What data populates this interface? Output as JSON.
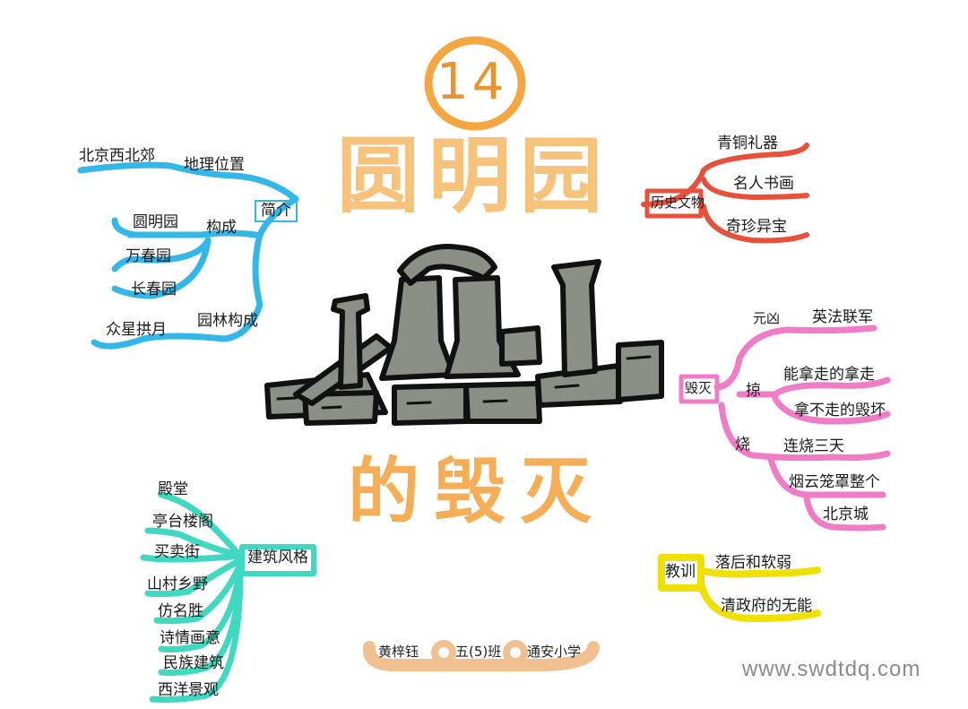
{
  "lesson_number": "14",
  "title_line1": "圆明园",
  "title_line2": "的毁灭",
  "intro": {
    "label": "简介",
    "location_label": "地理位置",
    "location_value": "北京西北郊",
    "composition_label": "构成",
    "gardens": [
      "圆明园",
      "万春园",
      "长春园"
    ],
    "layout_label": "园林构成",
    "layout_value": "众星拱月"
  },
  "relics": {
    "label": "历史文物",
    "items": [
      "青铜礼器",
      "名人书画",
      "奇珍异宝"
    ]
  },
  "destruction": {
    "label": "毁灭",
    "culprit_label": "元凶",
    "culprit_value": "英法联军",
    "plunder_label": "掠",
    "plunder_items": [
      "能拿走的拿走",
      "拿不走的毁坏"
    ],
    "burn_label": "烧",
    "burn_items": [
      "连烧三天",
      "烟云笼罩整个",
      "北京城"
    ]
  },
  "architecture": {
    "label": "建筑风格",
    "items": [
      "殿堂",
      "亭台楼阁",
      "买卖街",
      "山村乡野",
      "仿名胜",
      "诗情画意",
      "民族建筑",
      "西洋景观"
    ]
  },
  "lesson": {
    "label": "教训",
    "items": [
      "落后和软弱",
      "清政府的无能"
    ]
  },
  "signature": {
    "name": "黄梓钰",
    "class": "五(5)班",
    "school": "通安小学"
  },
  "watermark": "www.swdtdq.com",
  "colors": {
    "intro": "#33b6e8",
    "relics": "#e8503a",
    "destruction": "#f07cc8",
    "architecture": "#3fd8c0",
    "lesson": "#f0e000",
    "signature": "#f0c090",
    "title": "#f4a65a",
    "ruins_fill": "#8c8f86",
    "ruins_stroke": "#111111"
  }
}
